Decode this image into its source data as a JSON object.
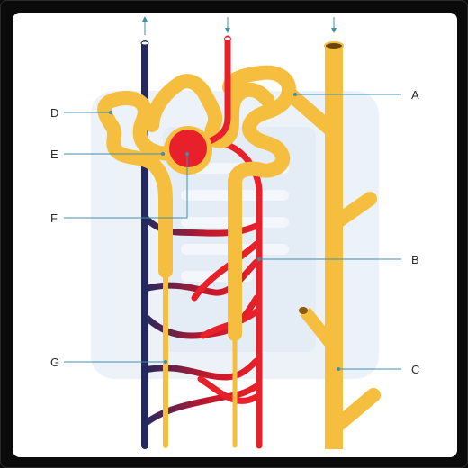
{
  "labels": {
    "a": "A",
    "b": "B",
    "c": "C",
    "d": "D",
    "e": "E",
    "f": "F",
    "g": "G"
  },
  "colors": {
    "tubule": "#F6BE3F",
    "artery": "#E8202A",
    "vein": "#23295E",
    "leader": "#3E8FB0",
    "watermark": "#EAF1F8"
  },
  "icons": {
    "flow_out": "arrow-up-icon",
    "flow_in": "arrow-down-icon"
  }
}
